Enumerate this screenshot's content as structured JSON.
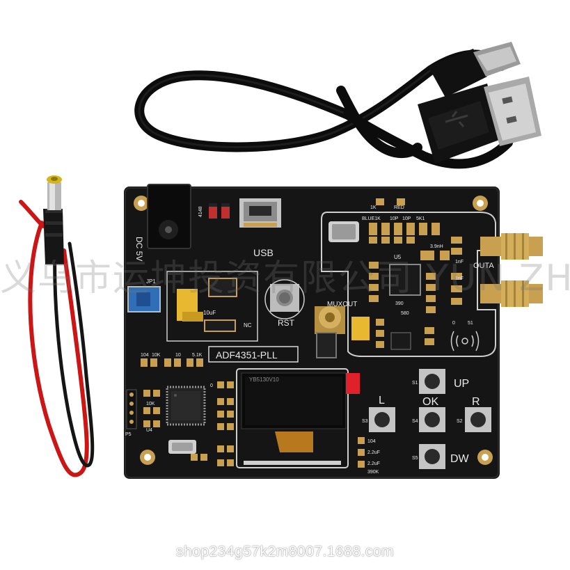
{
  "board": {
    "title": "ADF4351-PLL",
    "usb_label": "USB",
    "rst_label": "RST",
    "dc_label": "DC 5V",
    "muxout_label": "MUXOUT",
    "outa_label": "OUTA",
    "buttons": {
      "up": "UP",
      "down": "DW",
      "left": "L",
      "right": "R",
      "ok": "OK"
    },
    "switch_refs": {
      "s1": "S1",
      "s2": "S2",
      "s3": "S3",
      "s4": "S4",
      "s5": "S5"
    },
    "pads": {
      "p5": "P5",
      "jp1": "JP1",
      "u4": "U4",
      "u5": "U5"
    },
    "small_labels": {
      "r104a": "104",
      "r10k": "10K",
      "r10": "10",
      "r51k": "5.1K",
      "c10uf": "10uF",
      "c2uf": "2.2uF",
      "c2uf2": "2.2uF",
      "r390k": "390K",
      "r1k": "1K",
      "red": "RED",
      "blue1k": "BLUE1K",
      "c10p": "10P",
      "c10p2": "10P",
      "r5k1": "5K1",
      "l39nh": "3.9nH",
      "c1nf": "1nF",
      "c1nf2": "1nF",
      "nc": "NC",
      "in4148": "4148",
      "r580": "580",
      "r390": "390",
      "r51": "51",
      "r0": "0",
      "r0b": "0",
      "r10kb": "10K"
    }
  },
  "oled_label": "YB5130V10",
  "watermark_text": "义乌市运坤投资有限公司  YUN ZHONG",
  "shop_text": "shop234g57k2m8007.1688.com",
  "colors": {
    "pcb": "#141414",
    "gold": "#c8a050",
    "silkscreen": "#e9e9e9",
    "blue_switch": "#2f6fb8",
    "tantalum": "#e8b830",
    "red_wire": "#d01818"
  }
}
